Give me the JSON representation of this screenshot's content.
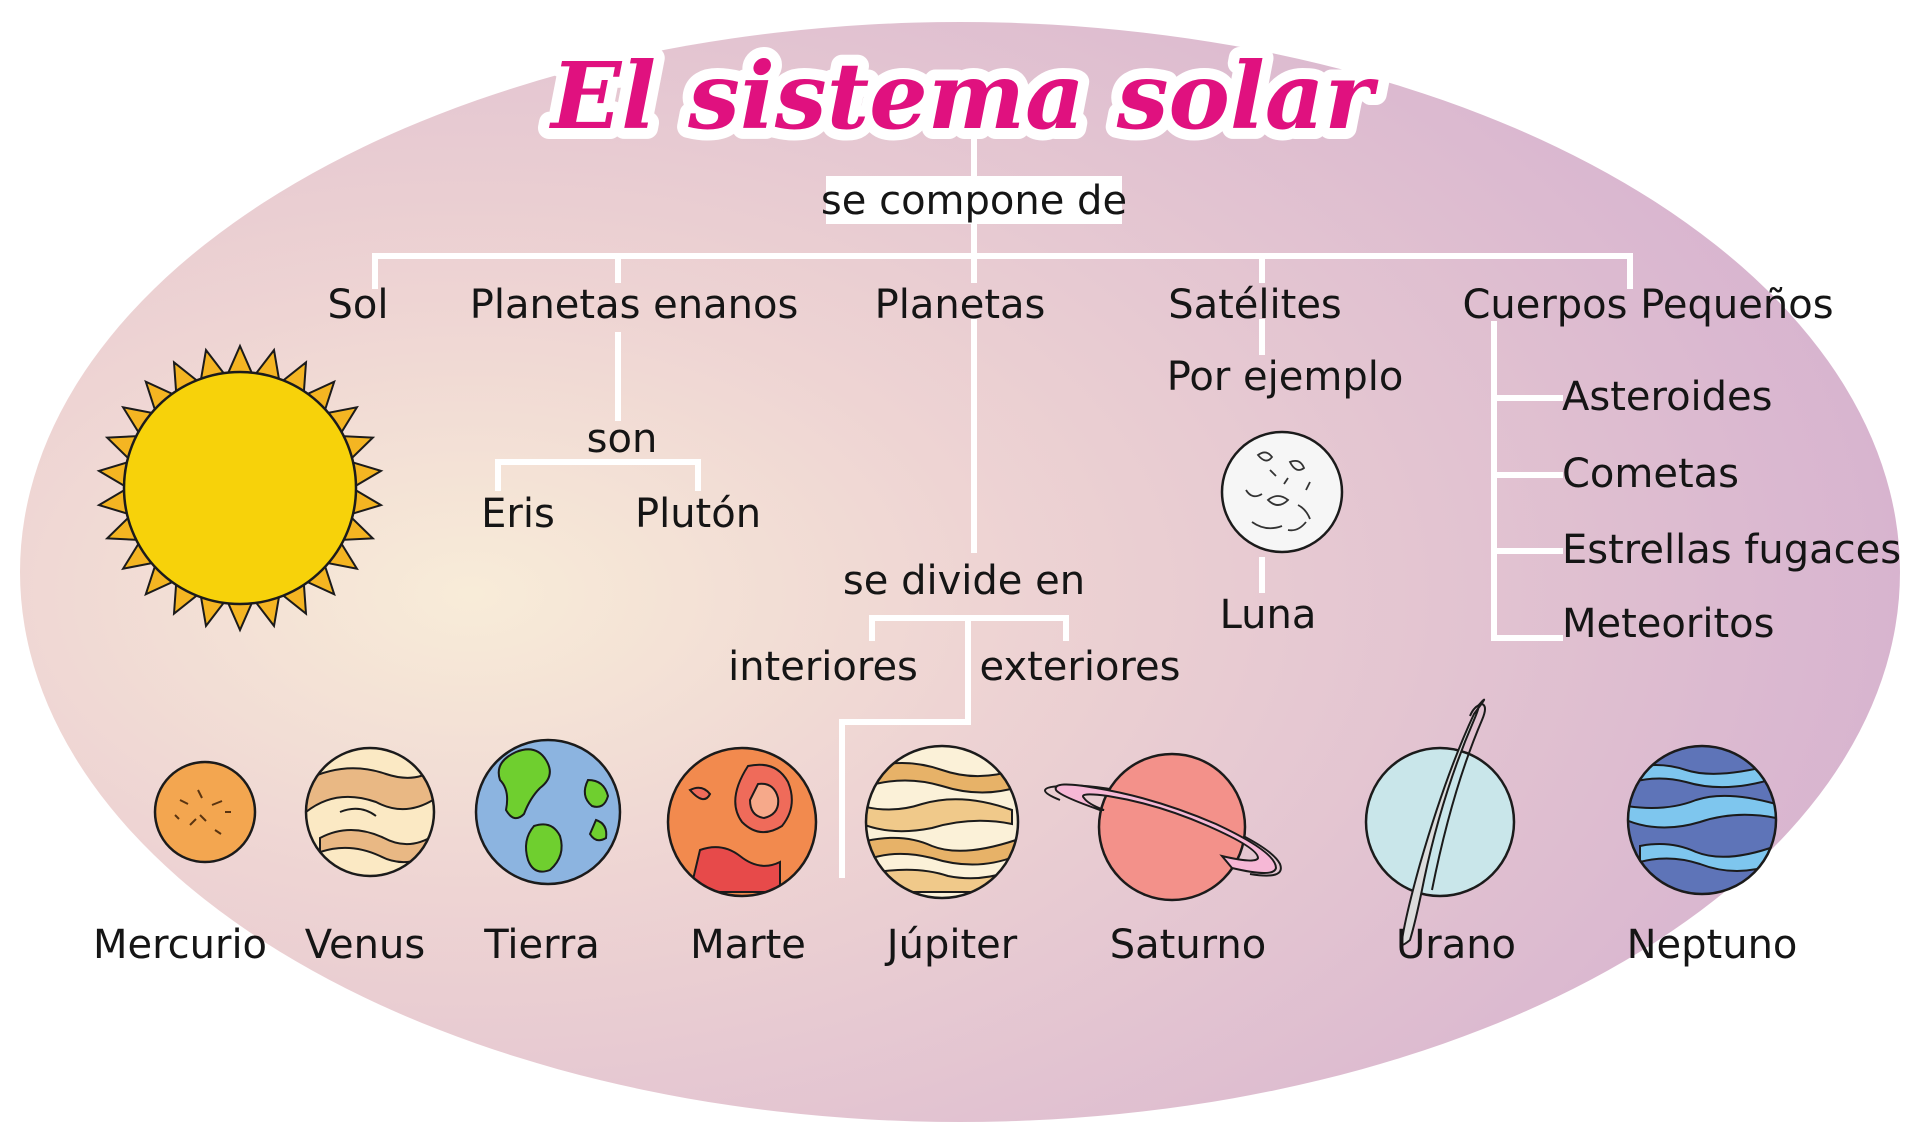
{
  "title": "El sistema solar",
  "connector_top": "se compone de",
  "categories": {
    "sol": "Sol",
    "planetas_enanos": "Planetas enanos",
    "planetas": "Planetas",
    "satelites": "Satélites",
    "cuerpos_pequenos": "Cuerpos Pequeños"
  },
  "dwarf": {
    "connector": "son",
    "items": [
      "Eris",
      "Plutón"
    ]
  },
  "satellites": {
    "connector": "Por ejemplo",
    "example": "Luna"
  },
  "small_bodies": [
    "Asteroides",
    "Cometas",
    "Estrellas fugaces",
    "Meteoritos"
  ],
  "planets_split": {
    "connector": "se divide en",
    "inner": "interiores",
    "outer": "exteriores"
  },
  "planets": [
    "Mercurio",
    "Venus",
    "Tierra",
    "Marte",
    "Júpiter",
    "Saturno",
    "Urano",
    "Neptuno"
  ],
  "icons": {
    "sun": "sun-icon",
    "moon": "moon-icon",
    "planets": [
      "mercury-icon",
      "venus-icon",
      "earth-icon",
      "mars-icon",
      "jupiter-icon",
      "saturn-icon",
      "uranus-icon",
      "neptune-icon"
    ]
  },
  "colors": {
    "title": "#e0117f",
    "background_edge": "#d7b3cf",
    "background_center": "#f8ecd8",
    "lines": "#ffffff",
    "sun": "#f7d20a",
    "sun_rays": "#f4b522"
  }
}
